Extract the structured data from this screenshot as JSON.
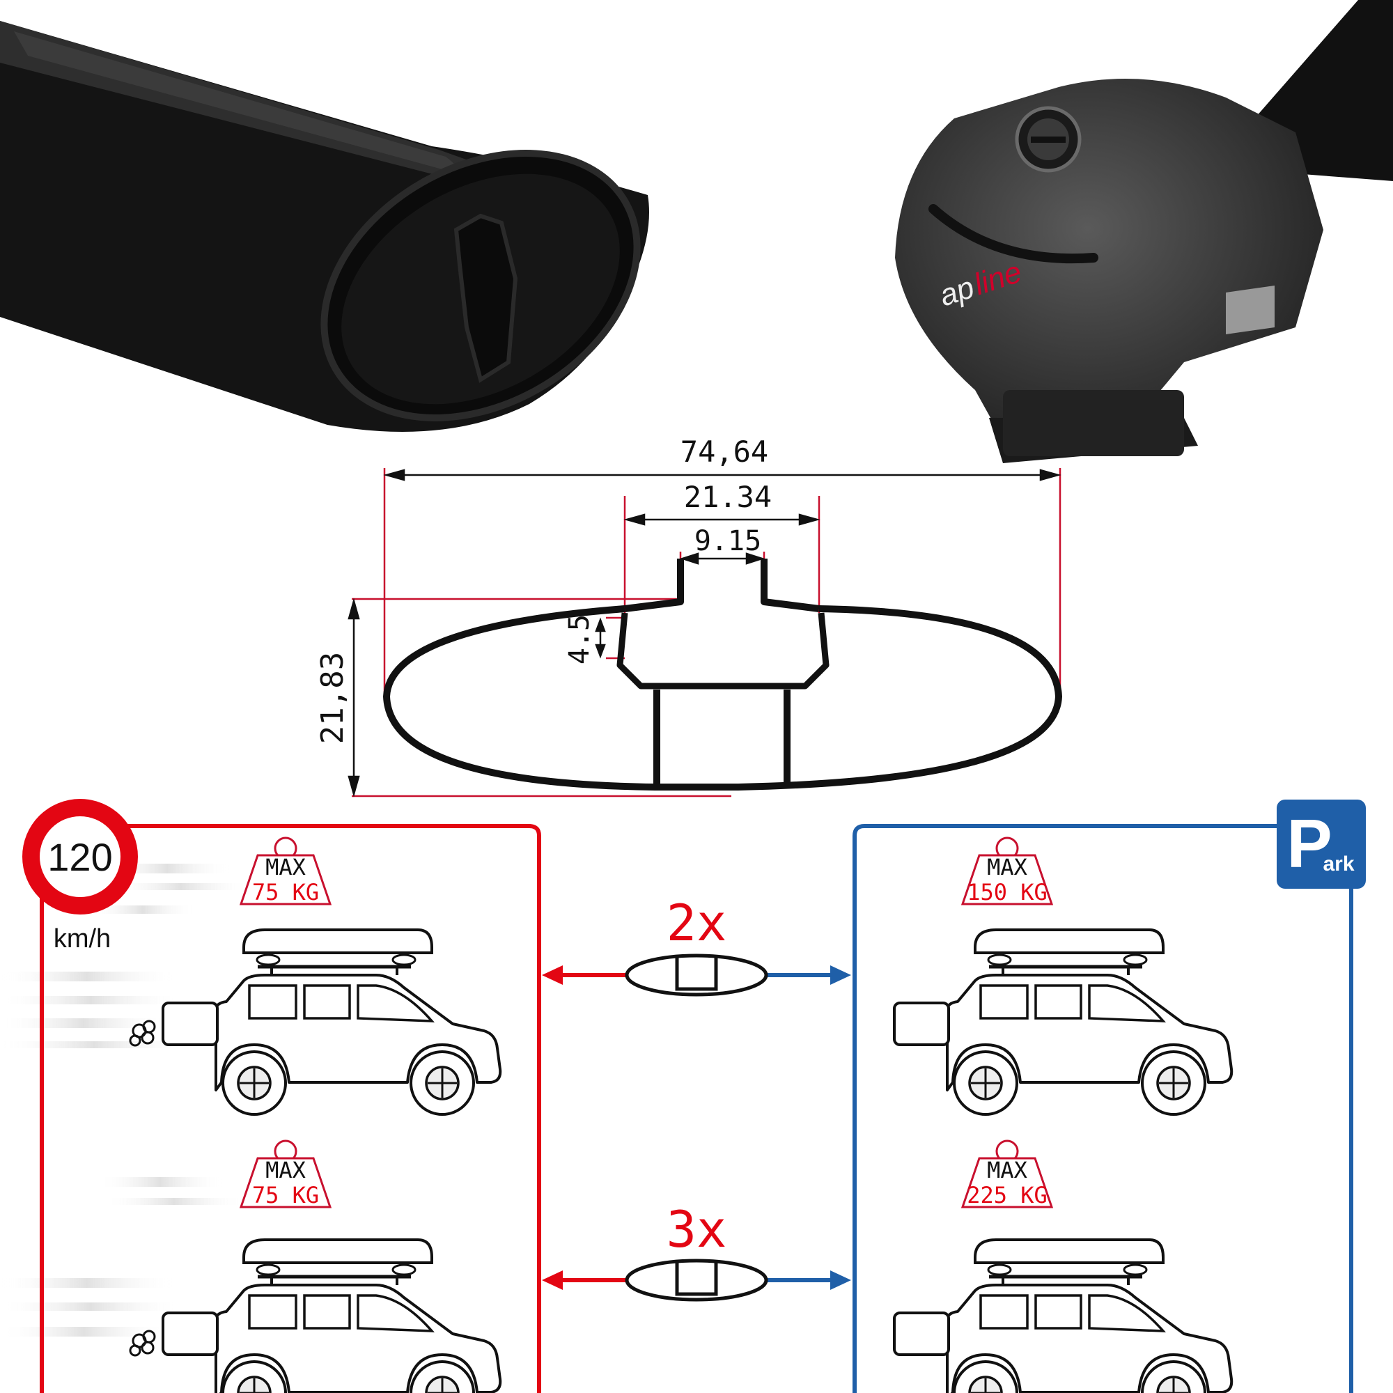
{
  "profile_dims": {
    "overall_width": "74,64",
    "slot_outer": "21.34",
    "slot_inner": "9.15",
    "slot_depth": "4.5",
    "height": "21,83"
  },
  "brand_logo": {
    "prefix": "ap",
    "suffix": "line"
  },
  "speed_sign": {
    "value": "120",
    "unit": "km/h",
    "accent": "#e30613"
  },
  "park_sign": {
    "letter": "P",
    "suffix": "ark",
    "accent": "#1f5fa8"
  },
  "configs": [
    {
      "multiplier": "2x",
      "moving_max": "MAX",
      "moving_load": "75 KG",
      "parked_max": "MAX",
      "parked_load": "150 KG"
    },
    {
      "multiplier": "3x",
      "moving_max": "MAX",
      "moving_load": "75 KG",
      "parked_max": "MAX",
      "parked_load": "225 KG"
    }
  ],
  "colors": {
    "red": "#e30613",
    "blue": "#1f5fa8",
    "dim_red": "#c8102e",
    "black": "#111111"
  },
  "icons": [
    "crossbar-photo",
    "foot-lock-photo",
    "speed-limit-sign",
    "parking-sign",
    "weight-tag-icon",
    "roof-box-icon",
    "suv-car-icon",
    "exhaust-icon",
    "crossbar-profile-icon"
  ]
}
